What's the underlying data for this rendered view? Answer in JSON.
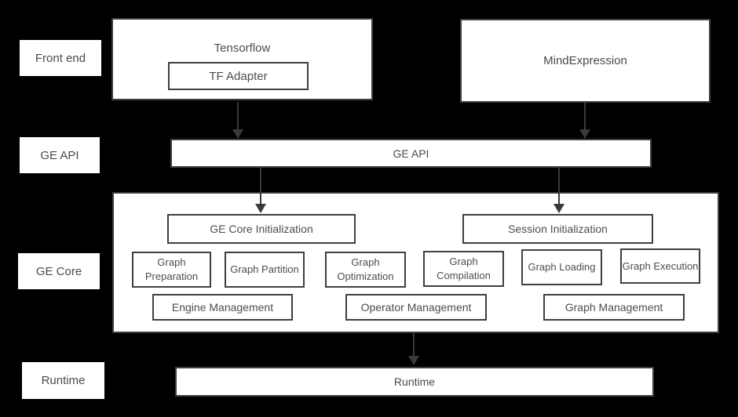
{
  "colors": {
    "background": "#000000",
    "box_fill": "#ffffff",
    "box_border": "#3f3f3f",
    "text": "#4d4d4d",
    "arrow": "#3a3a3a"
  },
  "left_rail": {
    "front_end": "Front end",
    "ge_api": "GE API",
    "ge_core": "GE Core",
    "runtime": "Runtime"
  },
  "front_end_layer": {
    "tensorflow": "Tensorflow",
    "tf_adapter": "TF Adapter",
    "mind_expression": "MindExpression"
  },
  "ge_api_layer": {
    "label": "GE API"
  },
  "ge_core_layer": {
    "ge_core_initialization": "GE Core Initialization",
    "session_initialization": "Session Initialization",
    "stages": [
      "Graph Preparation",
      "Graph Partition",
      "Graph Optimization",
      "Graph Compilation",
      "Graph Loading",
      "Graph Execution"
    ],
    "management": [
      "Engine Management",
      "Operator Management",
      "Graph Management"
    ]
  },
  "runtime_layer": {
    "label": "Runtime"
  }
}
